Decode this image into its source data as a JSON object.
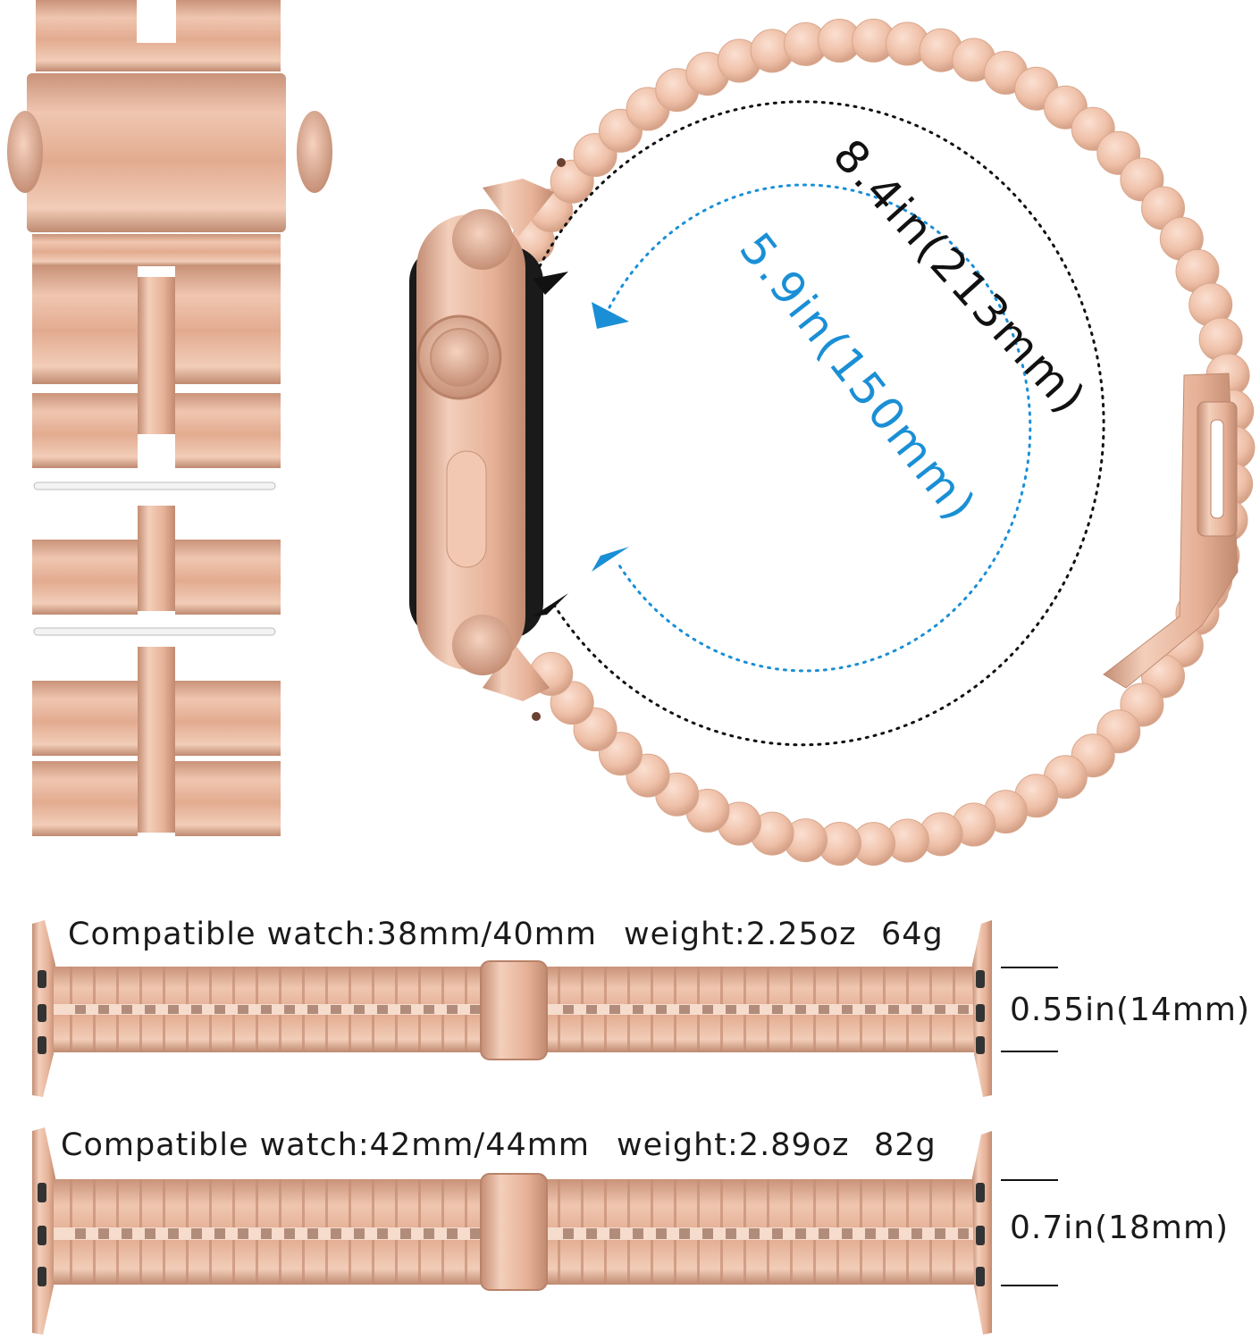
{
  "measurements": {
    "outer_circumference": "8.4in(213mm)",
    "inner_circumference": "5.9in(150mm)",
    "outer_color": "#111111",
    "inner_color": "#1a8fd6"
  },
  "bands": [
    {
      "compat": "Compatible watch:38mm/40mm",
      "weight": "weight:2.25oz",
      "grams": "64g",
      "width_label": "0.55in(14mm)"
    },
    {
      "compat": "Compatible watch:42mm/44mm",
      "weight": "weight:2.89oz",
      "grams": "82g",
      "width_label": "0.7in(18mm)"
    }
  ],
  "colors": {
    "rose_gold": "#e9b79c",
    "rose_gold_dark": "#c98f73",
    "rose_gold_light": "#f6d5c3"
  }
}
